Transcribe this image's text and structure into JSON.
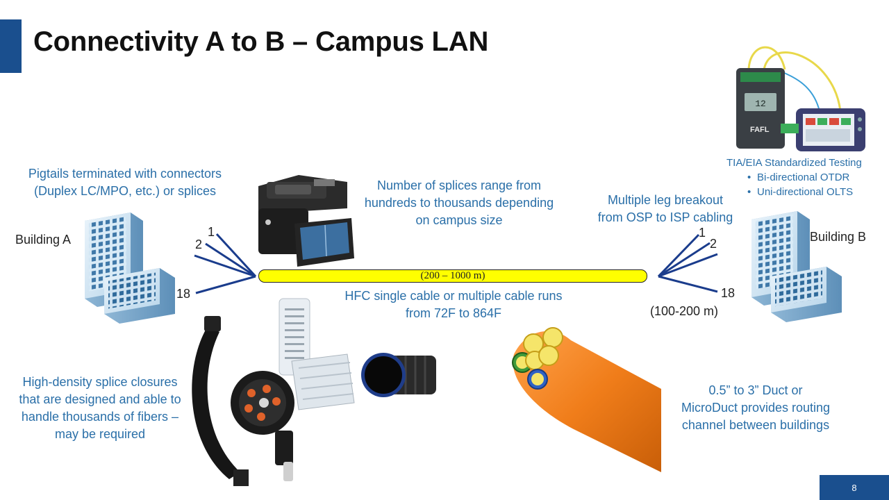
{
  "slide": {
    "title": "Connectivity A to B – Campus LAN",
    "page_number": "8",
    "accent_color": "#1a4f8e",
    "text_color": "#2a6fa8"
  },
  "labels": {
    "pigtails_line1": "Pigtails terminated with connectors",
    "pigtails_line2": "(Duplex LC/MPO, etc.) or splices",
    "splices_line1": "Number of splices range from",
    "splices_line2": "hundreds to thousands depending",
    "splices_line3": "on campus size",
    "breakout_line1": "Multiple leg breakout",
    "breakout_line2": "from OSP to ISP cabling",
    "testing_title": "TIA/EIA Standardized Testing",
    "testing_items": [
      "Bi-directional OTDR",
      "Uni-directional OLTS"
    ],
    "building_a": "Building A",
    "building_b": "Building B",
    "cable_distance": "(200 – 1000 m)",
    "hfc_line1": "HFC single cable or multiple cable runs",
    "hfc_line2": "from 72F to 864F",
    "isp_distance": "(100-200 m)",
    "closure_line1": "High-density splice closures",
    "closure_line2": "that are designed and able to",
    "closure_line3": "handle thousands of fibers –",
    "closure_line4": "may be required",
    "duct_line1": "0.5” to 3” Duct or",
    "duct_line2": "MicroDuct provides routing",
    "duct_line3": "channel between buildings"
  },
  "fiber_legs_left": [
    "1",
    "2",
    "18"
  ],
  "fiber_legs_right": [
    "1",
    "2",
    "18"
  ],
  "cable_color": "#ffff00",
  "duct_color": "#f07d1a",
  "fusion_splicer_brand": "FAFL",
  "tester_display": "12"
}
